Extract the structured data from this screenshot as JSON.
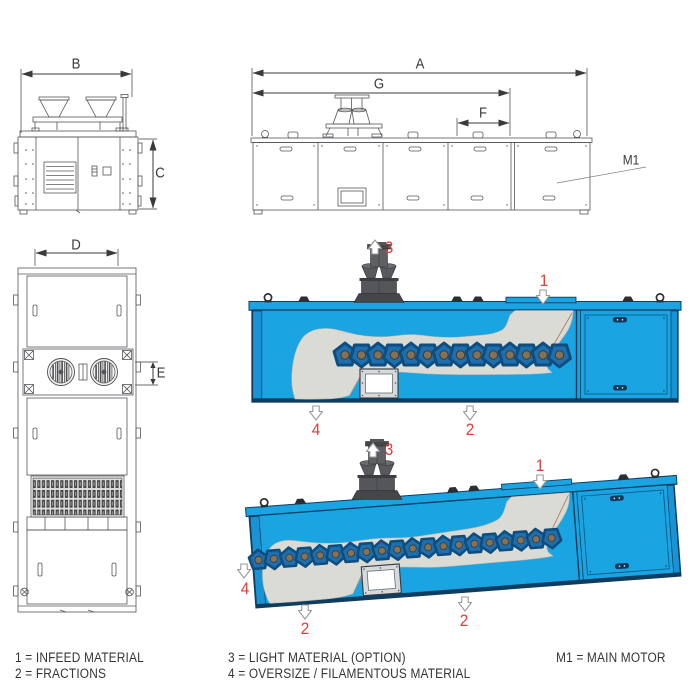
{
  "views": {
    "front": {
      "dim_width": "B",
      "dim_height": "C"
    },
    "side": {
      "dim_total": "A",
      "dim_inner": "G",
      "dim_inlet": "F",
      "motor": "M1"
    },
    "plan": {
      "dim_width": "D",
      "dim_fan": "E"
    },
    "process_horizontal": {
      "light": "3",
      "infeed": "1",
      "oversize": "4",
      "fractions": "2"
    },
    "process_inclined": {
      "light": "3",
      "infeed": "1",
      "oversize": "4",
      "fractions_left": "2",
      "fractions_right": "2"
    }
  },
  "legend": {
    "infeed": "1 = INFEED MATERIAL",
    "fractions": "2 = FRACTIONS",
    "light": "3 = LIGHT MATERIAL (OPTION)",
    "oversize": "4 = OVERSIZE / FILAMENTOUS MATERIAL",
    "motor": "M1 = MAIN MOTOR"
  },
  "colors": {
    "body_cyan": "#1BA4E2",
    "body_navy": "#0E3D5F",
    "cap_blue": "#1993D3",
    "disc_blue": "#1D6FAF",
    "disc_edge": "#0E4D7E",
    "hub_brown": "#837257",
    "path_gray": "#DBDBD6",
    "hopper_dark": "#45464A",
    "hopper_mid": "#55565A",
    "hopper_light": "#6B6C70",
    "callout_red": "#E03C38",
    "ink": "#3A3A3C",
    "line_gray": "#55565A",
    "crease_brown": "#A8765C",
    "arrow_outline": "#9A9A9A"
  }
}
